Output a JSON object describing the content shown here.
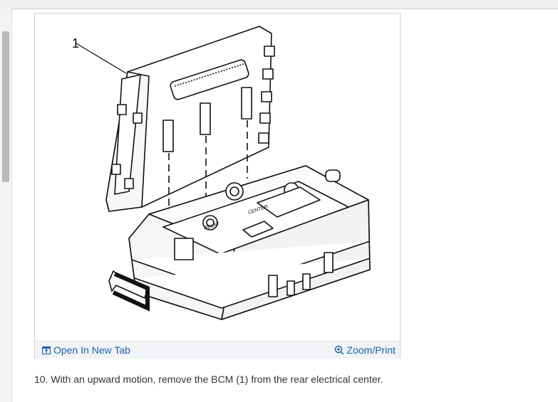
{
  "figure": {
    "callout_label": "1",
    "relay_label": "RELAY",
    "center_label": "CENTER",
    "open_tab_label": "Open In New Tab",
    "zoom_print_label": "Zoom/Print",
    "open_tab_icon": "open-in-new-tab-icon",
    "zoom_icon": "zoom-in-icon",
    "link_color": "#1a5fb4"
  },
  "caption": {
    "text": "10. With an upward motion, remove the BCM (1) from the rear electrical center."
  }
}
